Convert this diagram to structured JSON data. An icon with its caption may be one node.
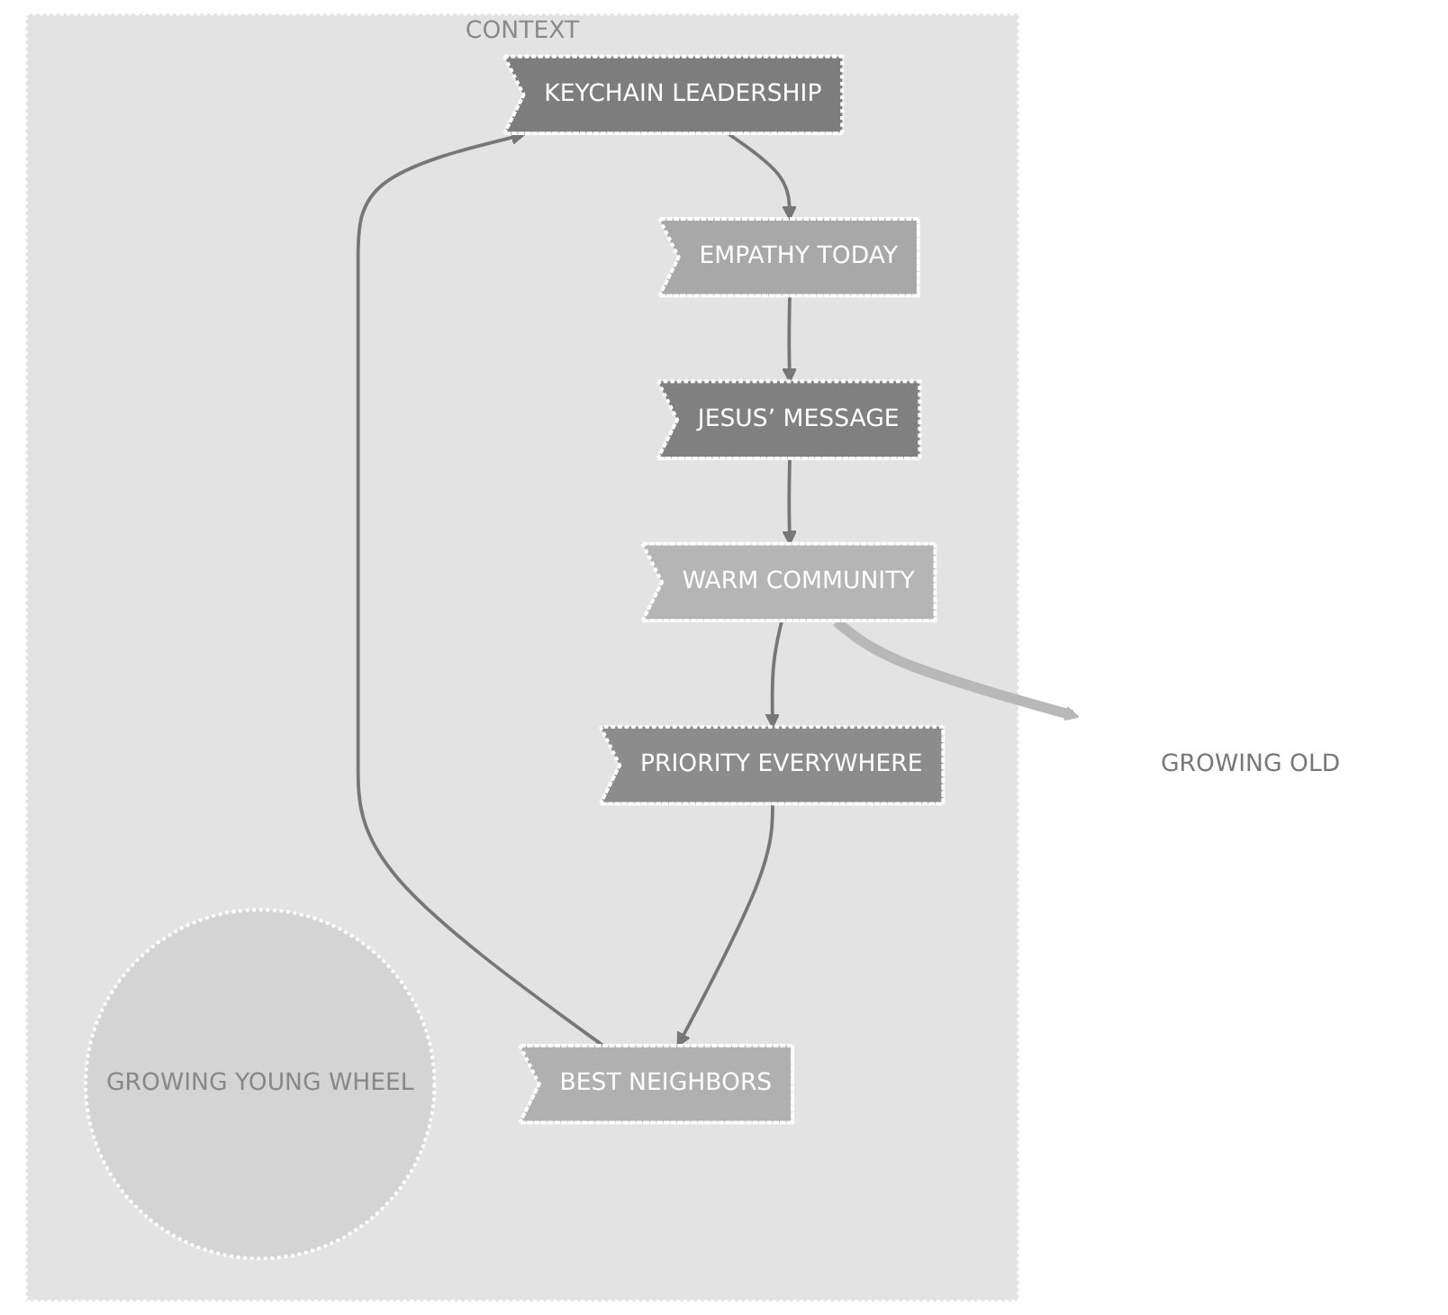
{
  "diagram": {
    "nodes": [
      {
        "text": [
          "CONTEXT"
        ]
      },
      {
        "text": [
          "GROWING YOUNG WHEEL"
        ],
        "in": 0
      },
      {
        "text": [
          "KEYCHAIN LEADERSHIP"
        ],
        "in": 0
      },
      {
        "text": [
          "EMPATHY TODAY"
        ],
        "in": 0
      },
      {
        "text": [
          "JESUS’ MESSAGE"
        ],
        "in": 0
      },
      {
        "text": [
          "WARM COMMUNITY"
        ],
        "in": 0
      },
      {
        "text": [
          "PRIORITY EVERYWHERE"
        ],
        "in": 0
      },
      {
        "text": [
          "BEST NEIGHBORS"
        ],
        "in": 0
      },
      {
        "text": [
          "GROWING OLD"
        ]
      }
    ],
    "edges": [
      {
        "from": 2,
        "to": 3,
        "arrow": "to"
      },
      {
        "from": 3,
        "to": 4,
        "arrow": "to"
      },
      {
        "from": 4,
        "to": 5,
        "arrow": "to"
      },
      {
        "from": 5,
        "to": 6,
        "arrow": "to"
      },
      {
        "from": 6,
        "to": 7,
        "arrow": "to"
      },
      {
        "from": 7,
        "to": 2,
        "arrow": "to"
      },
      {
        "from": 5,
        "to": 8,
        "arrow": "to",
        "style": "thick",
        "color": "#b8b8b8"
      }
    ]
  }
}
